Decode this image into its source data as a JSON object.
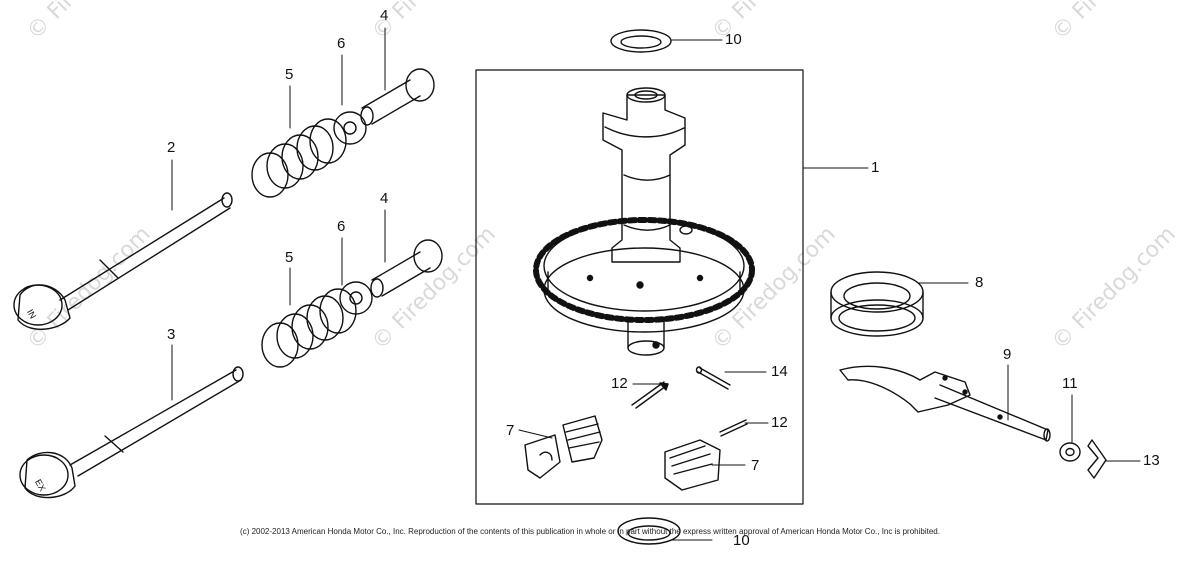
{
  "callouts": {
    "c1": "1",
    "c2": "2",
    "c3": "3",
    "c4a": "4",
    "c4b": "4",
    "c5a": "5",
    "c5b": "5",
    "c6a": "6",
    "c6b": "6",
    "c7a": "7",
    "c7b": "7",
    "c8": "8",
    "c9": "9",
    "c10a": "10",
    "c10b": "10",
    "c11": "11",
    "c12a": "12",
    "c12b": "12",
    "c13": "13",
    "c14": "14"
  },
  "valve_labels": {
    "intake": "IN",
    "exhaust": "EX"
  },
  "watermark": "© Firedog.com",
  "copyright": "(c) 2002-2013 American Honda Motor Co., Inc. Reproduction of the contents of this publication in whole or in part without the express written approval of American Honda Motor Co., Inc is prohibited."
}
